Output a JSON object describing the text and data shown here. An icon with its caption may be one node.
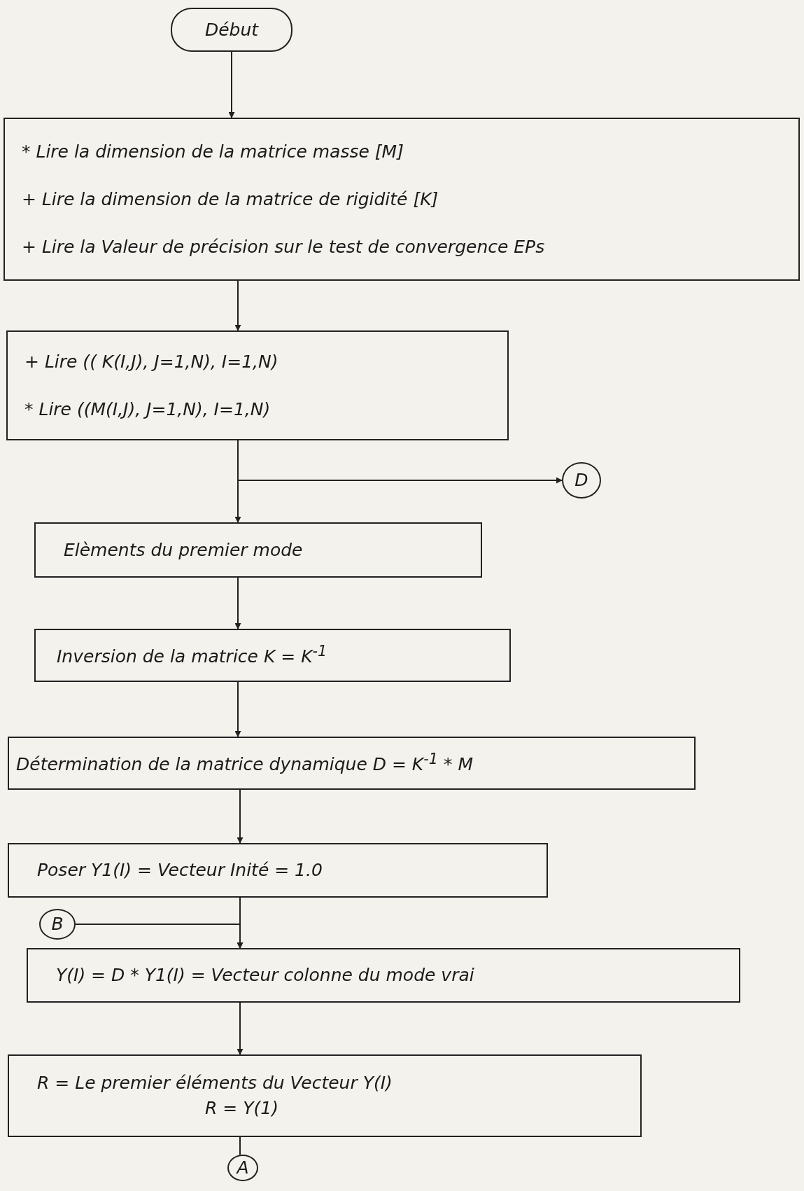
{
  "diagram": {
    "nodes": [
      {
        "text": [
          "Début"
        ]
      },
      {
        "text": [
          "* Lire la dimension de la matrice masse [M]",
          "+ Lire la dimension de la matrice de rigidité [K]",
          "+ Lire la Valeur de précision sur le test de convergence EPs"
        ]
      },
      {
        "text": [
          "+ Lire (( K(I,J), J=1,N), I=1,N)",
          "* Lire ((M(I,J), J=1,N), I=1,N)"
        ]
      },
      {
        "text": [
          "D"
        ]
      },
      {
        "text": [
          "Elèments du premier mode"
        ]
      },
      {
        "text": [
          "Inversion de la matrice K = K$^{-1}$"
        ]
      },
      {
        "text": [
          "Détermination de la matrice dynamique D = K$^{-1}$ * M"
        ]
      },
      {
        "text": [
          "Poser Y1(I) = Vecteur Inité = 1.0"
        ]
      },
      {
        "text": [
          "B"
        ]
      },
      {
        "text": [
          "Y(I) = D * Y1(I) = Vecteur colonne du mode vrai"
        ]
      },
      {
        "text": [
          "R = Le premier éléments du Vecteur Y(I)",
          "R = Y(1)"
        ]
      },
      {
        "text": [
          "A"
        ]
      }
    ],
    "edges": [
      {
        "from": 0,
        "to": 1,
        "arrow": "to"
      },
      {
        "from": 1,
        "to": 2,
        "arrow": "to"
      },
      {
        "from": 2,
        "to": 4,
        "arrow": "to"
      },
      {
        "from": 2,
        "to": 3,
        "arrow": "to"
      },
      {
        "from": 4,
        "to": 5,
        "arrow": "to"
      },
      {
        "from": 5,
        "to": 6,
        "arrow": "to"
      },
      {
        "from": 6,
        "to": 7,
        "arrow": "to"
      },
      {
        "from": 7,
        "to": 9,
        "arrow": "to"
      },
      {
        "from": 8,
        "to": 9,
        "arrow": "to"
      },
      {
        "from": 9,
        "to": 10,
        "arrow": "to"
      },
      {
        "from": 10,
        "to": 11,
        "arrow": "none"
      }
    ]
  }
}
